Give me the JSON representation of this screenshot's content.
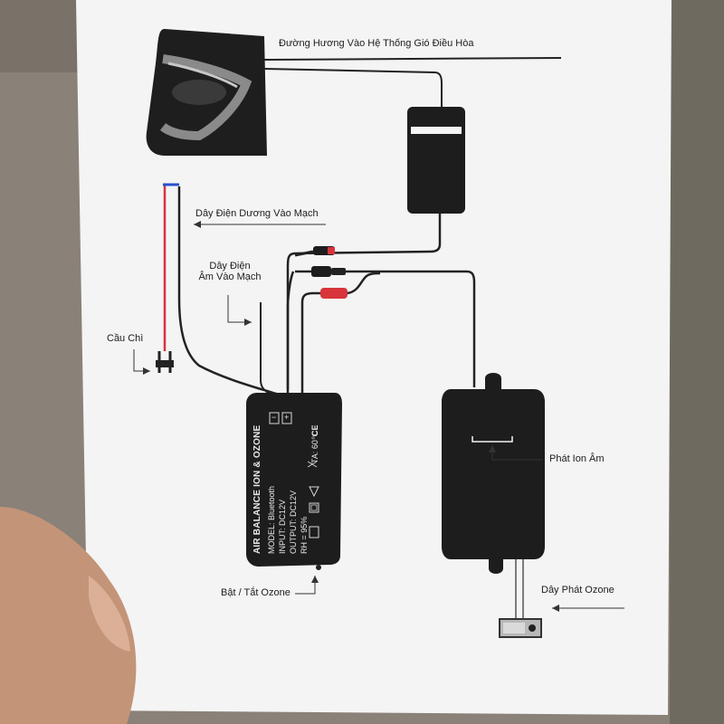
{
  "labels": {
    "duct_path": "Đường Hương Vào Hệ Thống Gió Điều Hòa",
    "positive_wire": "Dây Điện Dương Vào Mạch",
    "negative_wire_line1": "Dây Điện",
    "negative_wire_line2": "Âm Vào Mạch",
    "fuse": "Cầu Chì",
    "onoff": "Bật / Tắt Ozone",
    "ion": "Phát Ion Âm",
    "ozone_wire": "Dây Phát Ozone"
  },
  "controller": {
    "brand": "AIR BALANCE ION & OZONE",
    "model": "MODEL: Bluetooth",
    "input": "INPUT: DC12V",
    "output": "OUTPUT: DC12V",
    "rh": "RH = 95%",
    "ta": "TA: 60℃",
    "minus": "−",
    "plus": "+",
    "ce": "CE"
  },
  "colors": {
    "paper": "#f4f4f4",
    "device": "#1d1d1d",
    "wire": "#222222",
    "red_wire": "#d8343c",
    "background": "#8a8178"
  }
}
